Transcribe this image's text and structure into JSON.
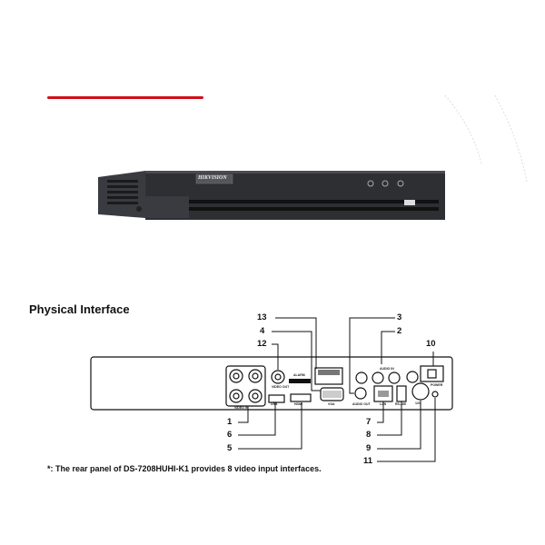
{
  "section_title": "Physical Interface",
  "footnote": "*: The rear panel of DS-7208HUHI-K1 provides 8 video input interfaces.",
  "product": {
    "brand_logo": "HIKVISION"
  },
  "colors": {
    "accent_red": "#d0101a",
    "device": "#2e2f33"
  },
  "panel_labels": {
    "video_in": "VIDEO IN",
    "video_out": "VIDEO OUT",
    "alarm": "ALARM",
    "vga": "VGA",
    "hdmi": "HDMI",
    "usb": "USB",
    "audio_in": "AUDIO IN",
    "audio_out": "AUDIO OUT",
    "lan": "LAN",
    "rs485": "RS-485",
    "dc": "12V",
    "power": "POWER"
  },
  "callouts": [
    "1",
    "2",
    "3",
    "4",
    "5",
    "6",
    "7",
    "8",
    "9",
    "10",
    "11",
    "12",
    "13"
  ]
}
